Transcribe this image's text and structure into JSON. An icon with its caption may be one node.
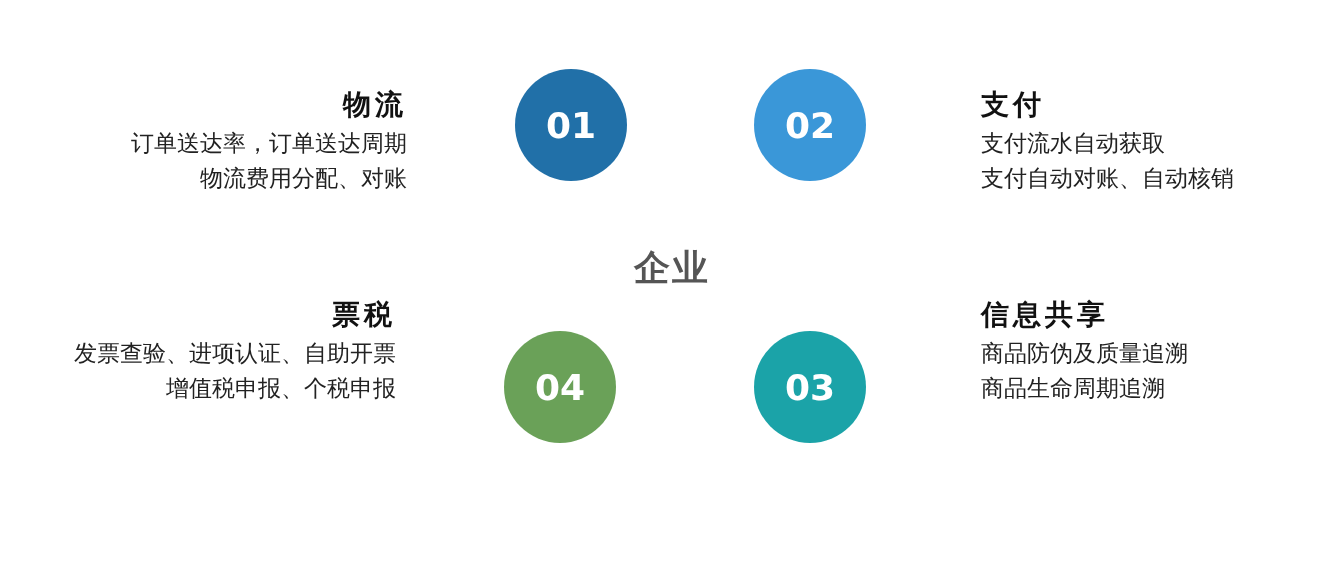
{
  "diagram": {
    "nodes": [
      {
        "text": [
          "01"
        ],
        "beside": [
          "物流",
          "订单送达率，订单送达周期",
          "物流费用分配、对账"
        ]
      },
      {
        "text": [
          "02"
        ],
        "beside": [
          "支付",
          "支付流水自动获取",
          "支付自动对账、自动核销"
        ]
      },
      {
        "text": [
          "04"
        ],
        "beside": [
          "票税",
          "发票查验、进项认证、自助开票",
          "增值税申报、个税申报"
        ]
      },
      {
        "text": [
          "03"
        ],
        "beside": [
          "信息共享",
          "商品防伪及质量追溯",
          "商品生命周期追溯"
        ]
      }
    ],
    "labels": [
      "企业"
    ]
  }
}
